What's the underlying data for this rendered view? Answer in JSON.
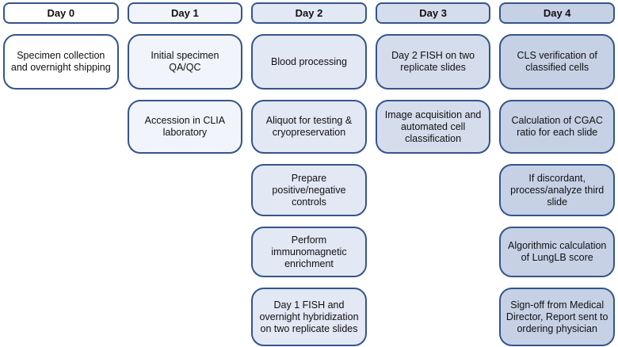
{
  "palette": {
    "border": "#35558a",
    "day0_fill": "#ffffff",
    "day1_fill": "#f1f4fa",
    "day2_fill": "#e2e8f4",
    "day3_fill": "#d5ddec",
    "day4_fill": "#c6d1e5",
    "text": "#111111"
  },
  "columns": [
    {
      "header": "Day 0",
      "boxes": [
        "Specimen collection and overnight shipping"
      ]
    },
    {
      "header": "Day 1",
      "boxes": [
        "Initial specimen QA/QC",
        "Accession in CLIA laboratory"
      ]
    },
    {
      "header": "Day 2",
      "boxes": [
        "Blood processing",
        "Aliquot for testing & cryopreservation",
        "Prepare positive/negative controls",
        "Perform immunomagnetic enrichment",
        "Day 1 FISH and overnight hybridization on two replicate slides"
      ]
    },
    {
      "header": "Day 3",
      "boxes": [
        "Day 2 FISH on two replicate slides",
        "Image acquisition and automated cell classification"
      ]
    },
    {
      "header": "Day 4",
      "boxes": [
        "CLS verification of classified cells",
        "Calculation of CGAC ratio for each slide",
        "If discordant, process/analyze third slide",
        "Algorithmic calculation of LungLB score",
        "Sign-off from Medical Director, Report sent to ordering physician"
      ]
    }
  ]
}
